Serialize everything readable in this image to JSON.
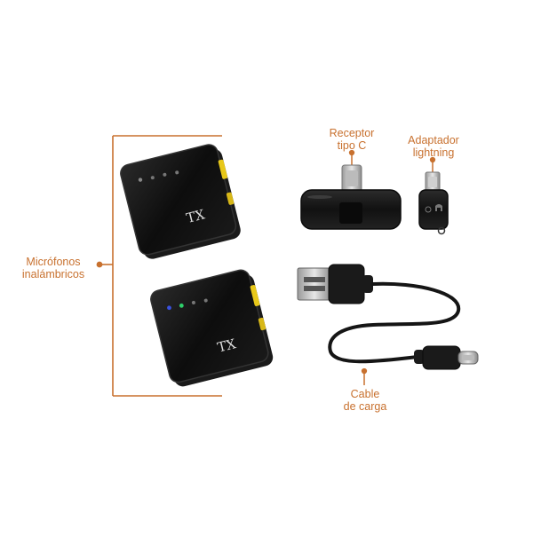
{
  "labels": {
    "microphones": {
      "line1": "Micrófonos",
      "line2": "inalámbricos"
    },
    "receiver": {
      "line1": "Receptor",
      "line2": "tipo C"
    },
    "adapter": {
      "line1": "Adaptador",
      "line2": "lightning"
    },
    "cable": {
      "line1": "Cable",
      "line2": "de carga"
    }
  },
  "devices": {
    "transmitter_text": "TX"
  },
  "colors": {
    "accent": "#c8712f",
    "device_body": "#1c1c1c",
    "device_face": "#121212",
    "highlight_yellow": "#e8c81a",
    "led_blue": "#3a52e0",
    "led_green": "#2ecf6a"
  }
}
